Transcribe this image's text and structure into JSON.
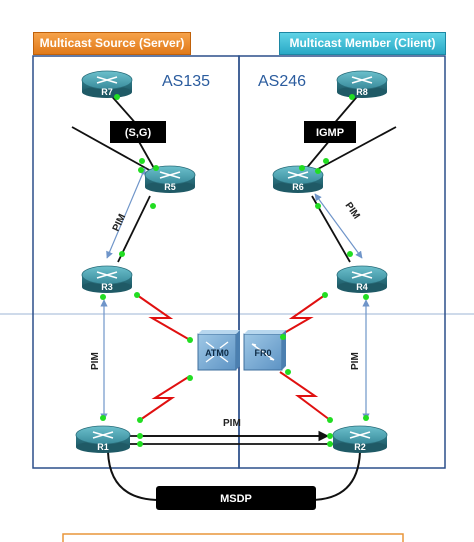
{
  "banners": {
    "source": "Multicast Source (Server)",
    "member": "Multicast Member (Client)"
  },
  "as_labels": {
    "left": "AS135",
    "right": "AS246"
  },
  "routers": [
    "R7",
    "R8",
    "R5",
    "R6",
    "R3",
    "R4",
    "R1",
    "R2"
  ],
  "switches": [
    "ATM0",
    "FR0"
  ],
  "tags": {
    "sg": "(S,G)",
    "igmp": "IGMP",
    "msdp": "MSDP"
  },
  "pim_labels": [
    "PIM",
    "PIM",
    "PIM",
    "PIM",
    "PIM"
  ],
  "colors": {
    "as_border": "#2b4f8a",
    "link": "#111111",
    "serial": "#e01010",
    "endpoint": "#22dd22",
    "pim_arrow": "#6f95c9",
    "router_fill": "#3b8b9a"
  }
}
